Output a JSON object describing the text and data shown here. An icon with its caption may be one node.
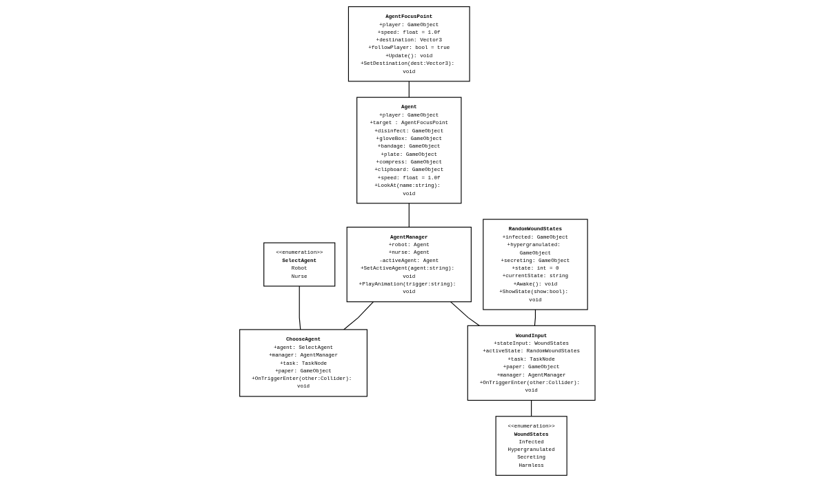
{
  "diagram": {
    "nodes": [
      {
        "text": [
          "Agent",
          "+player: GameObject",
          "+target : AgentFocusPoint",
          "+disinfect: GameObject",
          "+gloveBox: GameObject",
          "+bandage: GameObject",
          "+plate: GameObject",
          "+compress: GameObject",
          "+clipboard: GameObject",
          "+speed: float = 1.0f",
          "+LookAt(name:string): void"
        ]
      },
      {
        "text": [
          "AgentFocusPoint",
          "+player: GameObject",
          "+speed: float = 1.0f",
          "+destination: Vector3",
          "+followPlayer: bool = true",
          "+Update(): void",
          "+SetDestination(dest:Vector3): void"
        ]
      },
      {
        "text": [
          "<<enumeration>>",
          "SelectAgent",
          "Robot",
          "Nurse"
        ]
      },
      {
        "text": [
          "AgentManager",
          "+robot: Agent",
          "+nurse: Agent",
          "-activeAgent: Agent",
          "+SetActiveAgent(agent:string): void",
          "+PlayAnimation(trigger:string): void"
        ]
      },
      {
        "text": [
          "ChooseAgent",
          "+agent: SelectAgent",
          "+manager: AgentManager",
          "+task: TaskNode",
          "+paper: GameObject",
          "+OnTriggerEnter(other:Collider): void"
        ]
      },
      {
        "text": [
          "RandomWoundStates",
          "+infected: GameObject",
          "+hypergranulated: GameObject",
          "+secreting: GameObject",
          "+state: int = 0",
          "+currentState: string",
          "+Awake(): void",
          "+ShowState(show:bool): void"
        ]
      },
      {
        "text": [
          "WoundInput",
          "+stateInput: WoundStates",
          "+activeState: RandomWoundStates",
          "+task: TaskNode",
          "+paper: GameObject",
          "+manager: AgentManager",
          "+OnTriggerEnter(other:Collider): void"
        ]
      },
      {
        "text": [
          "<<enumeration>>",
          "WoundStates",
          "Infected",
          "Hypergranulated",
          "Secreting",
          "Harmless"
        ]
      }
    ],
    "edges": [
      {
        "from": 1,
        "to": 0,
        "arrow": "none"
      },
      {
        "from": 0,
        "to": 3,
        "arrow": "none"
      },
      {
        "from": 2,
        "to": 4,
        "arrow": "none"
      },
      {
        "from": 3,
        "to": 4,
        "arrow": "none"
      },
      {
        "from": 3,
        "to": 6,
        "arrow": "none"
      },
      {
        "from": 5,
        "to": 6,
        "arrow": "none"
      },
      {
        "from": 6,
        "to": 7,
        "arrow": "none"
      }
    ]
  }
}
